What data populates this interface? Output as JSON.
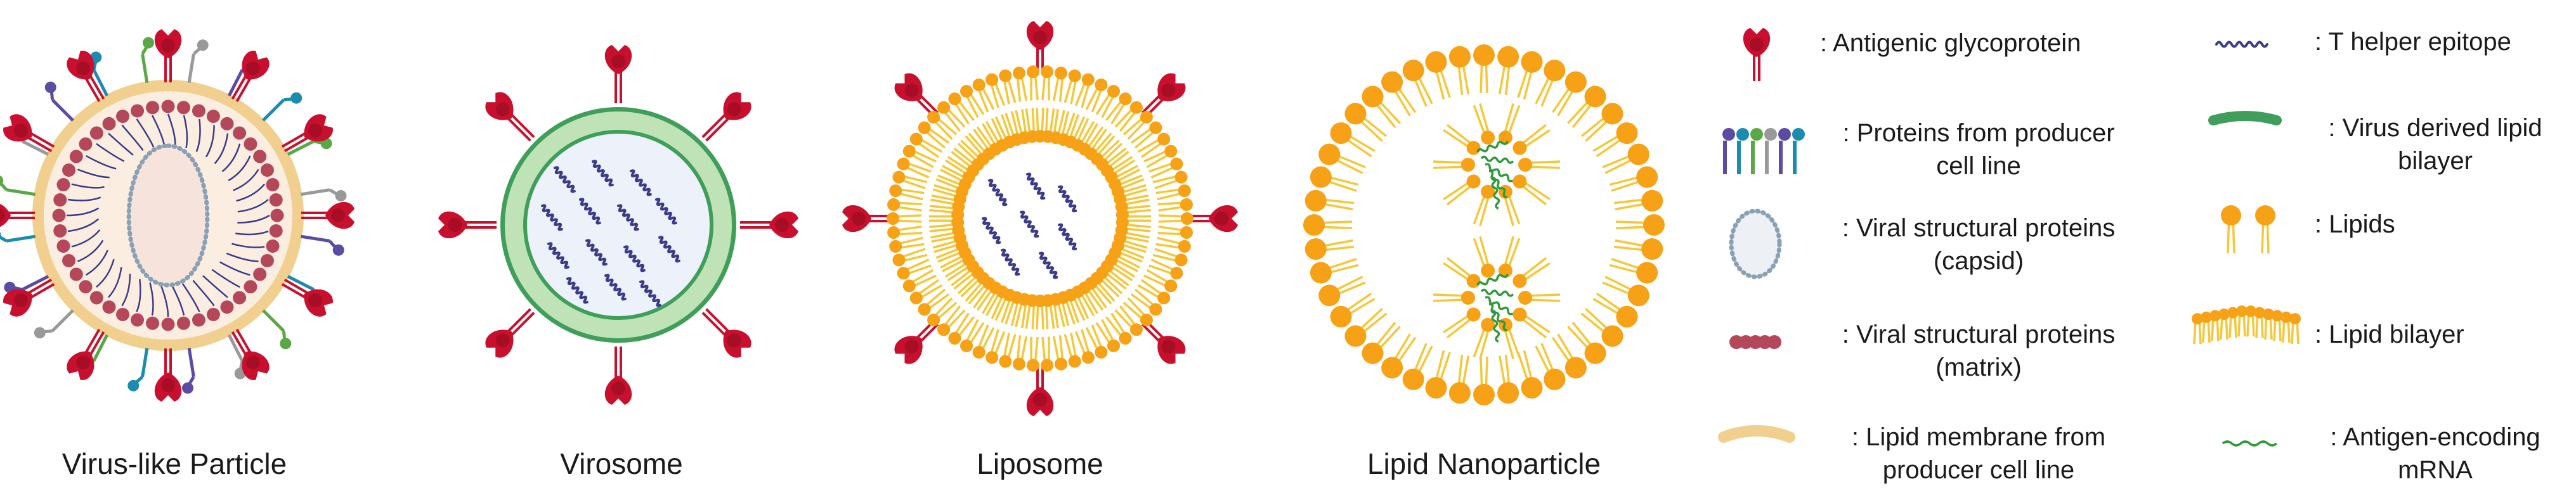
{
  "particles": {
    "vlp": "Virus-like Particle",
    "virosome": "Virosome",
    "liposome": "Liposome",
    "lnp": "Lipid Nanoparticle"
  },
  "legend": {
    "antigenic_glycoprotein": [
      ": Antigenic glycoprotein"
    ],
    "producer_proteins": [
      ": Proteins from producer",
      "cell line"
    ],
    "capsid": [
      ": Viral structural proteins",
      "(capsid)"
    ],
    "matrix": [
      ": Viral structural proteins",
      "(matrix)"
    ],
    "producer_membrane": [
      ": Lipid membrane from",
      "producer cell line"
    ],
    "t_helper": [
      ": T helper epitope"
    ],
    "virus_bilayer": [
      ": Virus derived  lipid",
      "bilayer"
    ],
    "lipids": [
      ": Lipids"
    ],
    "lipid_bilayer": [
      ": Lipid bilayer"
    ],
    "mrna": [
      ": Antigen-encoding",
      "mRNA"
    ]
  },
  "colors": {
    "glycoprotein": "#c8102e",
    "lipid_head": "#f7a116",
    "lipid_tail": "#f5c73a",
    "capsid": "#8aa1b5",
    "matrix": "#b5475a",
    "membrane": "#f1cf8e",
    "virosome_bilayer": "#3f9f5a",
    "virosome_fill": "#ecf1fa",
    "epitope": "#3b3b8a",
    "mrna": "#2f9a3a",
    "purple_protein": "#5b4ba2",
    "teal_protein": "#1b8bb0",
    "green_protein": "#5aa845",
    "gray_protein": "#999999"
  }
}
